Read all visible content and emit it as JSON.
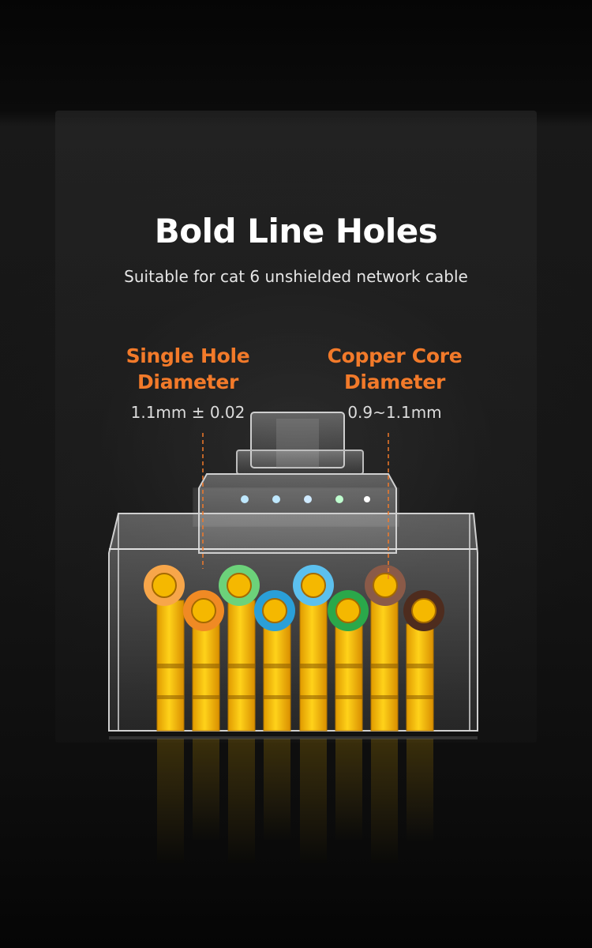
{
  "header": {
    "title": "Bold Line Holes",
    "subtitle": "Suitable for cat 6 unshielded network cable"
  },
  "callouts": {
    "single_hole": {
      "label_line1": "Single Hole",
      "label_line2": "Diameter",
      "value": "1.1mm ± 0.02"
    },
    "copper_core": {
      "label_line1": "Copper Core",
      "label_line2": "Diameter",
      "value": "0.9~1.1mm"
    }
  },
  "colors": {
    "accent": "#f27a2a",
    "gold_pin": "#f5b800",
    "wire_orange": "#f08a24",
    "wire_green": "#2aa84a",
    "wire_blue": "#2a9fd8",
    "wire_brown": "#5a3424"
  }
}
